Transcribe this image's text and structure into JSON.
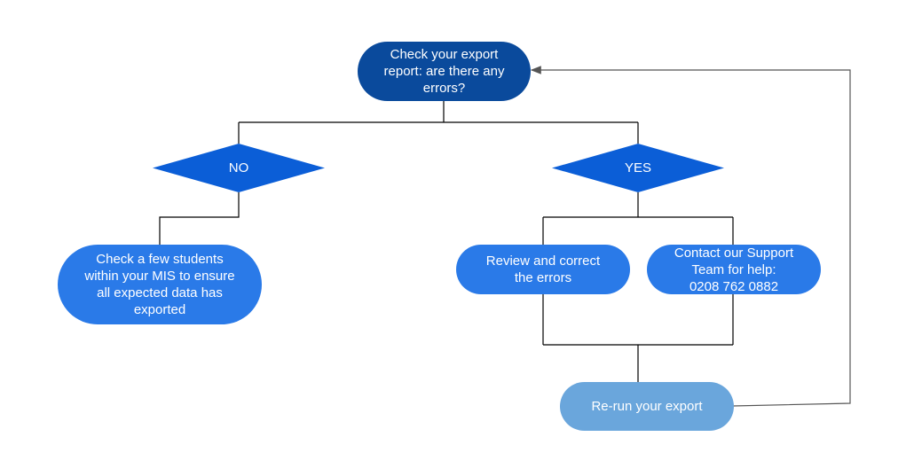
{
  "colors": {
    "start_node": "#0a4a9c",
    "decision": "#0b5ed7",
    "action_node": "#2a7ae8",
    "rerun_node": "#6aa6dc",
    "connector": "#000000",
    "loop_connector": "#555555",
    "text": "#ffffff"
  },
  "nodes": {
    "start": {
      "lines": [
        "Check your export",
        "report: are there any",
        "errors?"
      ]
    },
    "decision_no": {
      "label": "NO"
    },
    "decision_yes": {
      "label": "YES"
    },
    "check_students": {
      "lines": [
        "Check a few students",
        "within your MIS to ensure",
        "all expected data has",
        "exported"
      ]
    },
    "review_errors": {
      "lines": [
        "Review and correct",
        "the errors"
      ]
    },
    "contact_support": {
      "lines": [
        "Contact our Support",
        "Team for help:",
        "0208 762 0882"
      ]
    },
    "rerun": {
      "label": "Re-run your export"
    }
  }
}
